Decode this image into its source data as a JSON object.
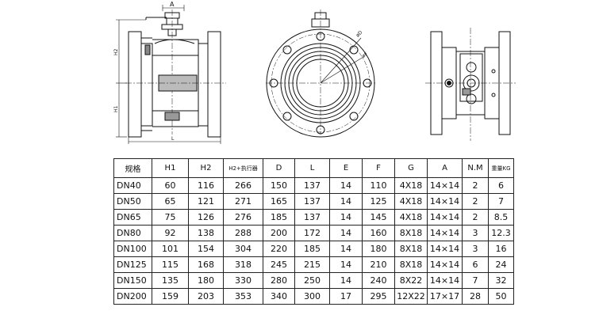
{
  "drawing": {
    "left_view": {
      "dim_top": "A",
      "dim_h2": "H2",
      "dim_h1": "H1",
      "dim_l": "L"
    },
    "front_view": {
      "dim_d": "øD",
      "dim_f": "øF"
    }
  },
  "table": {
    "headers": [
      "规格",
      "H1",
      "H2",
      "H2+执行器",
      "D",
      "L",
      "E",
      "F",
      "G",
      "A",
      "N.M",
      "重量KG"
    ],
    "rows": [
      [
        "DN40",
        "60",
        "116",
        "266",
        "150",
        "137",
        "14",
        "110",
        "4X18",
        "14×14",
        "2",
        "6"
      ],
      [
        "DN50",
        "65",
        "121",
        "271",
        "165",
        "137",
        "14",
        "125",
        "4X18",
        "14×14",
        "2",
        "7"
      ],
      [
        "DN65",
        "75",
        "126",
        "276",
        "185",
        "137",
        "14",
        "145",
        "4X18",
        "14×14",
        "2",
        "8.5"
      ],
      [
        "DN80",
        "92",
        "138",
        "288",
        "200",
        "172",
        "14",
        "160",
        "8X18",
        "14×14",
        "3",
        "12.3"
      ],
      [
        "DN100",
        "101",
        "154",
        "304",
        "220",
        "185",
        "14",
        "180",
        "8X18",
        "14×14",
        "3",
        "16"
      ],
      [
        "DN125",
        "115",
        "168",
        "318",
        "245",
        "215",
        "14",
        "210",
        "8X18",
        "14×14",
        "6",
        "24"
      ],
      [
        "DN150",
        "135",
        "180",
        "330",
        "280",
        "250",
        "14",
        "240",
        "8X22",
        "14×14",
        "7",
        "32"
      ],
      [
        "DN200",
        "159",
        "203",
        "353",
        "340",
        "300",
        "17",
        "295",
        "12X22",
        "17×17",
        "28",
        "50"
      ]
    ]
  }
}
